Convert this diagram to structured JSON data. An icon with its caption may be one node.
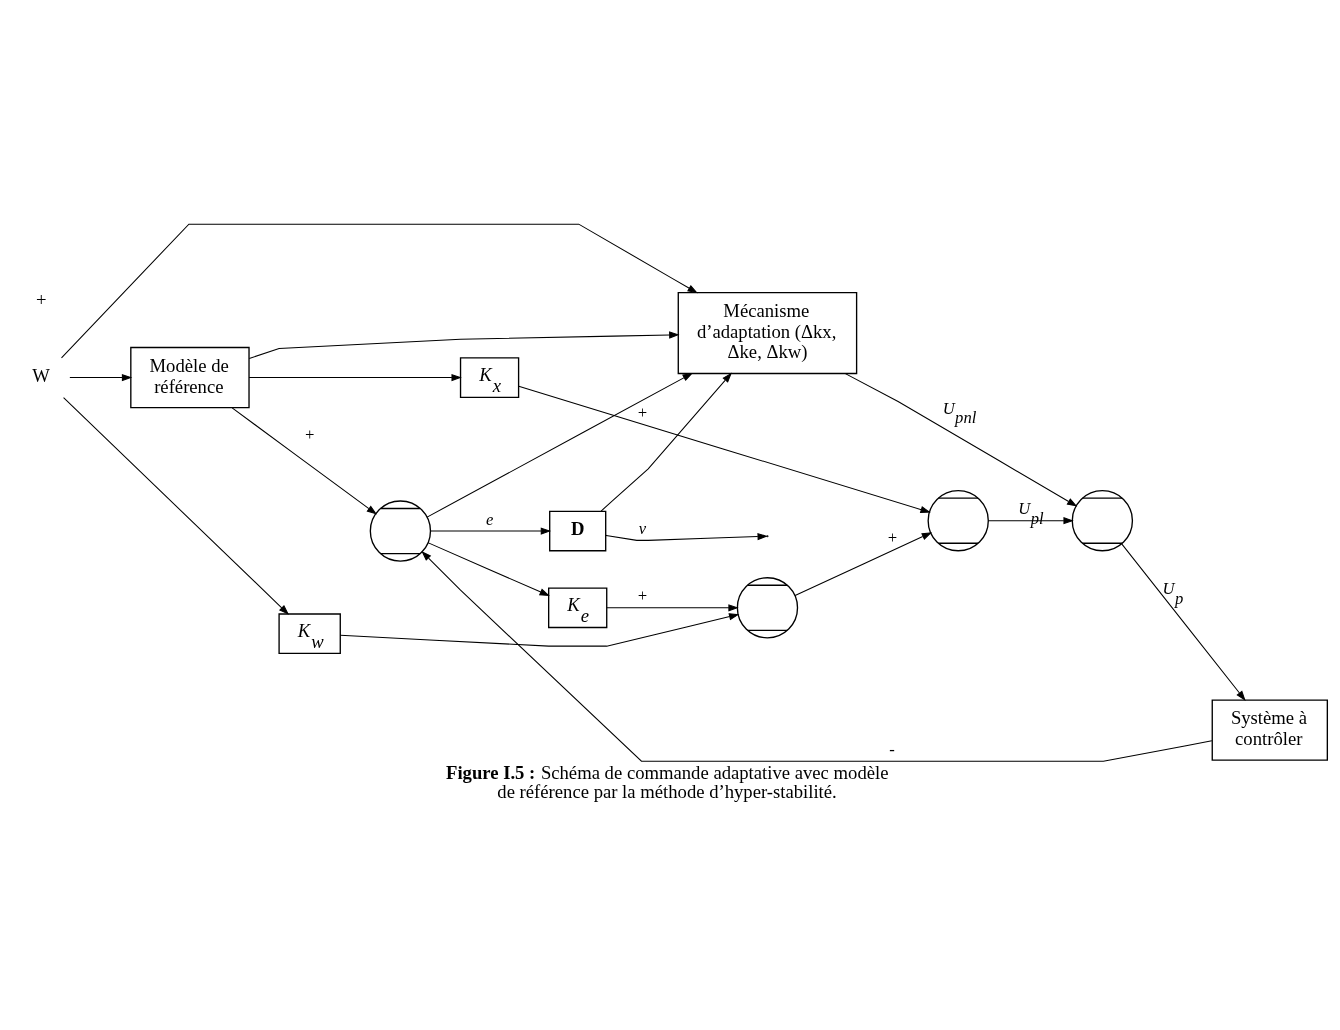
{
  "diagram": {
    "caption": "**Figure I.5 :** Schéma de commande adaptative avec modèle de référence par la méthode d’hyper-stabilité.",
    "nodes": [
      {
        "text": [
          "Modèle de référence"
        ]
      },
      {
        "text": [],
        "shape": "circle"
      },
      {
        "text": [
          "D"
        ]
      },
      {
        "text": [
          "K$_{e}$"
        ]
      },
      {
        "text": [
          "W"
        ]
      },
      {
        "text": [
          "K$_{w}$"
        ]
      },
      {
        "text": [],
        "shape": "circle"
      },
      {
        "text": [],
        "shape": "circle"
      },
      {
        "text": [],
        "shape": "circle"
      },
      {
        "text": [
          "Système à contrôler"
        ]
      },
      {
        "text": [
          "K$_{x}$"
        ]
      },
      {
        "text": [
          "Mécanisme d’adaptation (Δkx, Δke, Δkw)"
        ]
      }
    ],
    "edges": [
      {
        "from": 4,
        "to": 5,
        "arrow": "to"
      },
      {
        "from": 4,
        "to": 0,
        "arrow": "to"
      },
      {
        "from": 4,
        "to": 11,
        "arrow": "to"
      },
      {
        "from": 0,
        "to": 1,
        "arrow": "to",
        "label": "+"
      },
      {
        "from": 0,
        "to": 10,
        "arrow": "to"
      },
      {
        "from": 0,
        "to": 11,
        "arrow": "to"
      },
      {
        "from": 1,
        "to": 2,
        "arrow": "to",
        "label": "e"
      },
      {
        "from": 1,
        "to": 3,
        "arrow": "to"
      },
      {
        "from": 1,
        "to": 11,
        "arrow": "to"
      },
      {
        "from": 2,
        "to": null,
        "arrow": "to",
        "label": "v"
      },
      {
        "from": 2,
        "to": 11,
        "arrow": "to"
      },
      {
        "from": 3,
        "to": 6,
        "arrow": "to",
        "label": "+"
      },
      {
        "from": 5,
        "to": 6,
        "arrow": "to"
      },
      {
        "from": 6,
        "to": 7,
        "arrow": "to",
        "label": "+"
      },
      {
        "from": 7,
        "to": 8,
        "arrow": "to",
        "label": "U$_{pl}$"
      },
      {
        "from": 8,
        "to": 9,
        "arrow": "to",
        "label": "U$_{p}$"
      },
      {
        "from": 9,
        "to": 1,
        "arrow": "to",
        "label": "-"
      },
      {
        "from": 10,
        "to": 7,
        "arrow": "to",
        "label": "+"
      },
      {
        "from": 11,
        "to": 8,
        "arrow": "to",
        "label": "U$_{pnl}$"
      }
    ],
    "labels": [
      "+"
    ]
  }
}
